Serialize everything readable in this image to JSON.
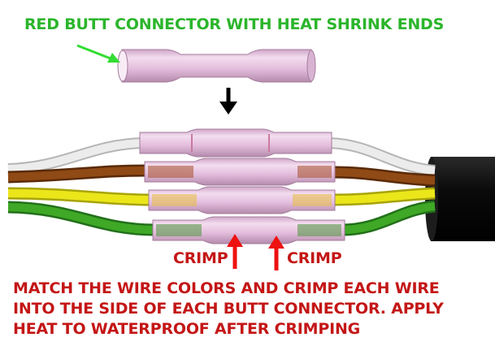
{
  "title": "RED BUTT CONNECTOR WITH HEAT SHRINK ENDS",
  "crimp_labels": [
    "CRIMP",
    "CRIMP"
  ],
  "instructions": [
    "MATCH THE WIRE COLORS AND CRIMP EACH WIRE",
    "INTO THE SIDE OF EACH BUTT CONNECTOR. APPLY",
    "HEAT TO WATERPROOF AFTER CRIMPING"
  ],
  "colors": {
    "title": "#2bb52b",
    "label": "#c41616",
    "connector": "#e6bfe0",
    "wire_white": "#e6e6e6",
    "wire_brown": "#8a4512",
    "wire_yellow": "#e3e014",
    "wire_green": "#3a9e24",
    "cable_jacket": "#111111"
  },
  "wires": [
    "white",
    "brown",
    "yellow",
    "green"
  ],
  "icons": [
    "green-arrow-icon",
    "black-down-arrow-icon",
    "red-up-arrow-icon"
  ]
}
